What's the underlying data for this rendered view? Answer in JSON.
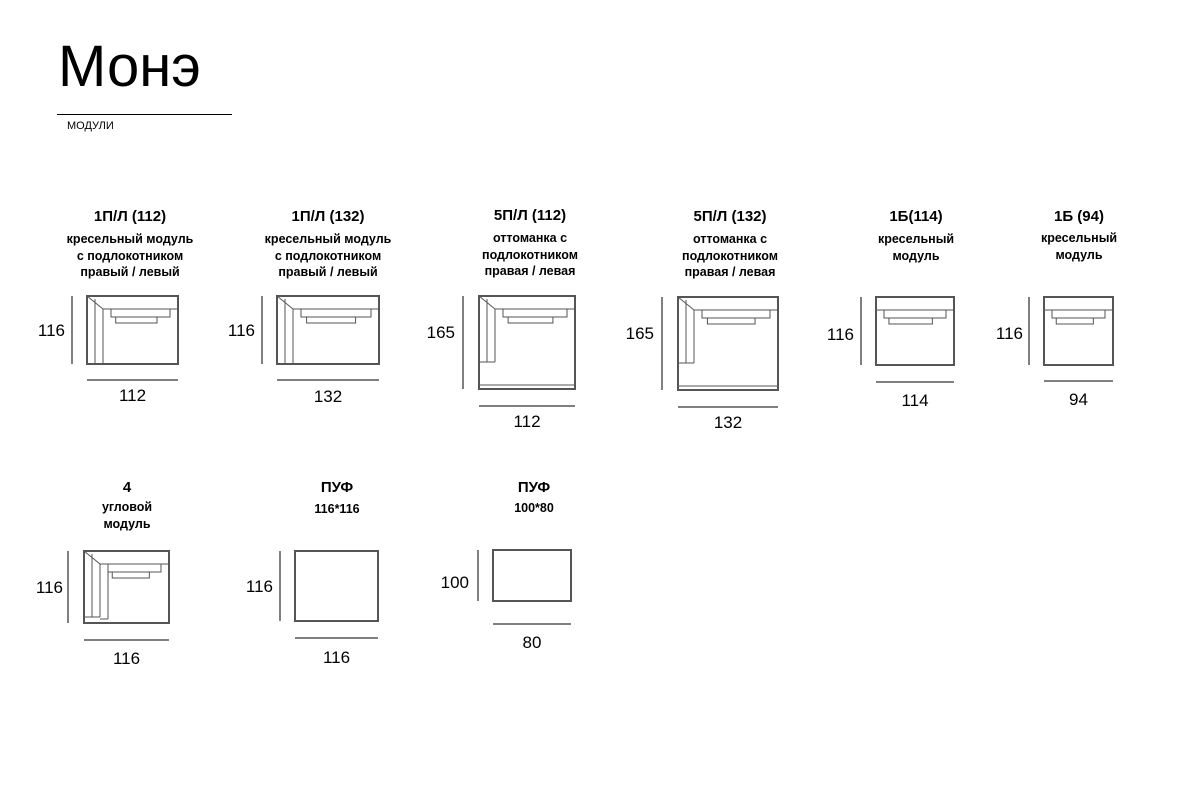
{
  "header": {
    "title": "Монэ",
    "subtitle": "МОДУЛИ"
  },
  "modules": [
    {
      "code": "1П/Л (112)",
      "description": [
        "кресельный модуль",
        "с подлокотником",
        "правый / левый"
      ],
      "width": "112",
      "depth": "116"
    },
    {
      "code": "1П/Л (132)",
      "description": [
        "кресельный модуль",
        "с подлокотником",
        "правый / левый"
      ],
      "width": "132",
      "depth": "116"
    },
    {
      "code": "5П/Л (112)",
      "description": [
        "оттоманка с",
        "подлокотником",
        "правая / левая"
      ],
      "width": "112",
      "depth": "165"
    },
    {
      "code": "5П/Л (132)",
      "description": [
        "оттоманка с",
        "подлокотником",
        "правая / левая"
      ],
      "width": "132",
      "depth": "165"
    },
    {
      "code": "1Б(114)",
      "description": [
        "кресельный",
        "модуль"
      ],
      "width": "114",
      "depth": "116"
    },
    {
      "code": "1Б (94)",
      "description": [
        "кресельный",
        "модуль"
      ],
      "width": "94",
      "depth": "116"
    },
    {
      "code": "4",
      "description": [
        "угловой",
        "модуль"
      ],
      "width": "116",
      "depth": "116"
    },
    {
      "code": "ПУФ",
      "description": [
        "116*116"
      ],
      "width": "116",
      "depth": "116"
    },
    {
      "code": "ПУФ",
      "description": [
        "100*80"
      ],
      "width": "80",
      "depth": "100"
    }
  ]
}
